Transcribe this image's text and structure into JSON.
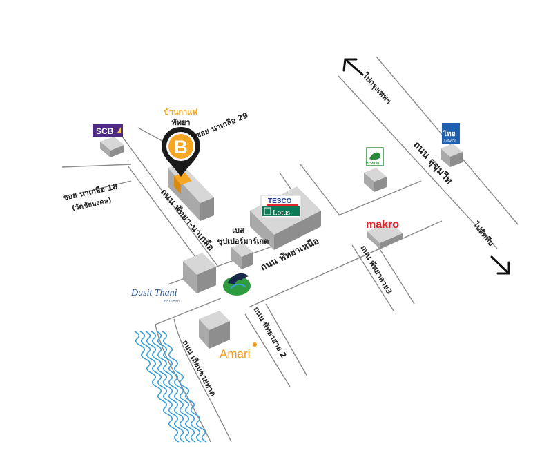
{
  "title": "บ้านกาแฟ พัทยา",
  "brand_letter": "B",
  "brand_color": "#f5a623",
  "landmarks": {
    "scb": "SCB",
    "thai": "ไทย",
    "thai_sub": "ประกันชีวิต",
    "bangchak": "บางจาก",
    "tesco_top": "TESCO",
    "tesco_bottom": "Lotus",
    "makro": "makro",
    "dusit": "Dusit Thani",
    "dusit_sub": "PATTAYA",
    "amari": "Amari",
    "best_line1": "เบส",
    "best_line2": "ซุปเปอร์มาร์เกต"
  },
  "roads": {
    "soi29": "ซอย นาเกลือ 29",
    "soi18_line1": "ซอย นาเกลือ 18",
    "soi18_line2": "(วัดชัยมงคล)",
    "pattaya_naklua": "ถนน พัทยา-นาเกลือ",
    "pattaya_nua": "ถนน พัทยาเหนือ",
    "sukhumvit": "ถนน สุขุมวิท",
    "to_bangkok": "ไปกรุงเทพฯ",
    "to_sattahip": "ไปสัตหีบ",
    "sai3": "ถนน พัทยาสาย3",
    "sai2": "ถนน พัทยาสาย 2",
    "beach_road": "ถนน เลียบชายหาด"
  },
  "colors": {
    "scb": "#4e2a84",
    "thai": "#1f5fb0",
    "bangchak": "#2a8a3a",
    "tesco_blue": "#1d3c8a",
    "tesco_red": "#e0262b",
    "lotus_green": "#0b7a55",
    "makro": "#e0262b",
    "dusit": "#2b4f87",
    "amari": "#f39a1e",
    "sea": "#3aa0d8",
    "dolphin_circle": "#2e9b3e"
  }
}
